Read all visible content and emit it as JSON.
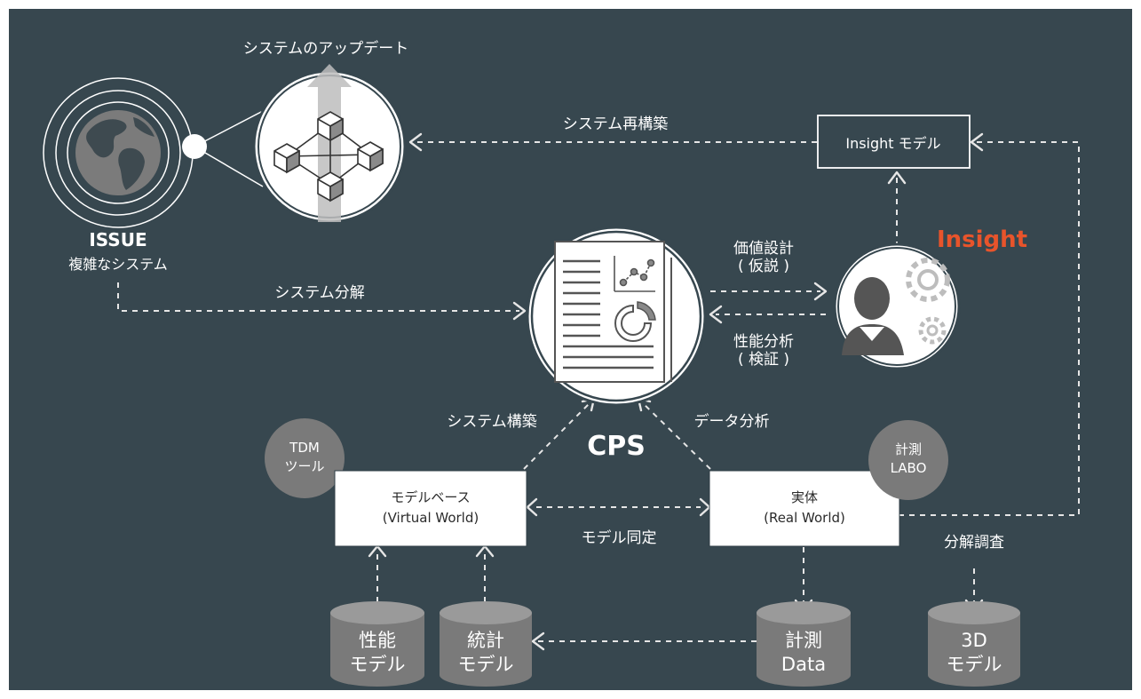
{
  "background_color": "#37474f",
  "accent_color": "#e8542b",
  "node_gray": "#7a7a7a",
  "top": {
    "update_label": "システムのアップデート",
    "rebuild_label": "システム再構築"
  },
  "issue": {
    "title": "ISSUE",
    "subtitle": "複雑なシステム",
    "icon": "globe-icon",
    "network_icon": "cube-network-icon"
  },
  "insight": {
    "heading": "Insight",
    "model_label": "Insight モデル",
    "icon": "person-gears-icon"
  },
  "cps": {
    "label": "CPS",
    "icon": "report-charts-icon"
  },
  "edges": {
    "decompose": "システム分解",
    "value_design_1": "価値設計",
    "value_design_2": "( 仮説 )",
    "performance_1": "性能分析",
    "performance_2": "( 検証 )",
    "build": "システム構築",
    "data_analysis": "データ分析",
    "identify": "モデル同定",
    "teardown": "分解調査"
  },
  "model_base": {
    "line1": "モデルベース",
    "line2": "(Virtual World)",
    "tool_line1": "TDM",
    "tool_line2": "ツール"
  },
  "real": {
    "line1": "実体",
    "line2": "(Real World)",
    "lab_line1": "計測",
    "lab_line2": "LABO"
  },
  "cylinders": [
    {
      "line1": "性能",
      "line2": "モデル"
    },
    {
      "line1": "統計",
      "line2": "モデル"
    },
    {
      "line1": "計測",
      "line2": "Data"
    },
    {
      "line1": "3D",
      "line2": "モデル"
    }
  ]
}
